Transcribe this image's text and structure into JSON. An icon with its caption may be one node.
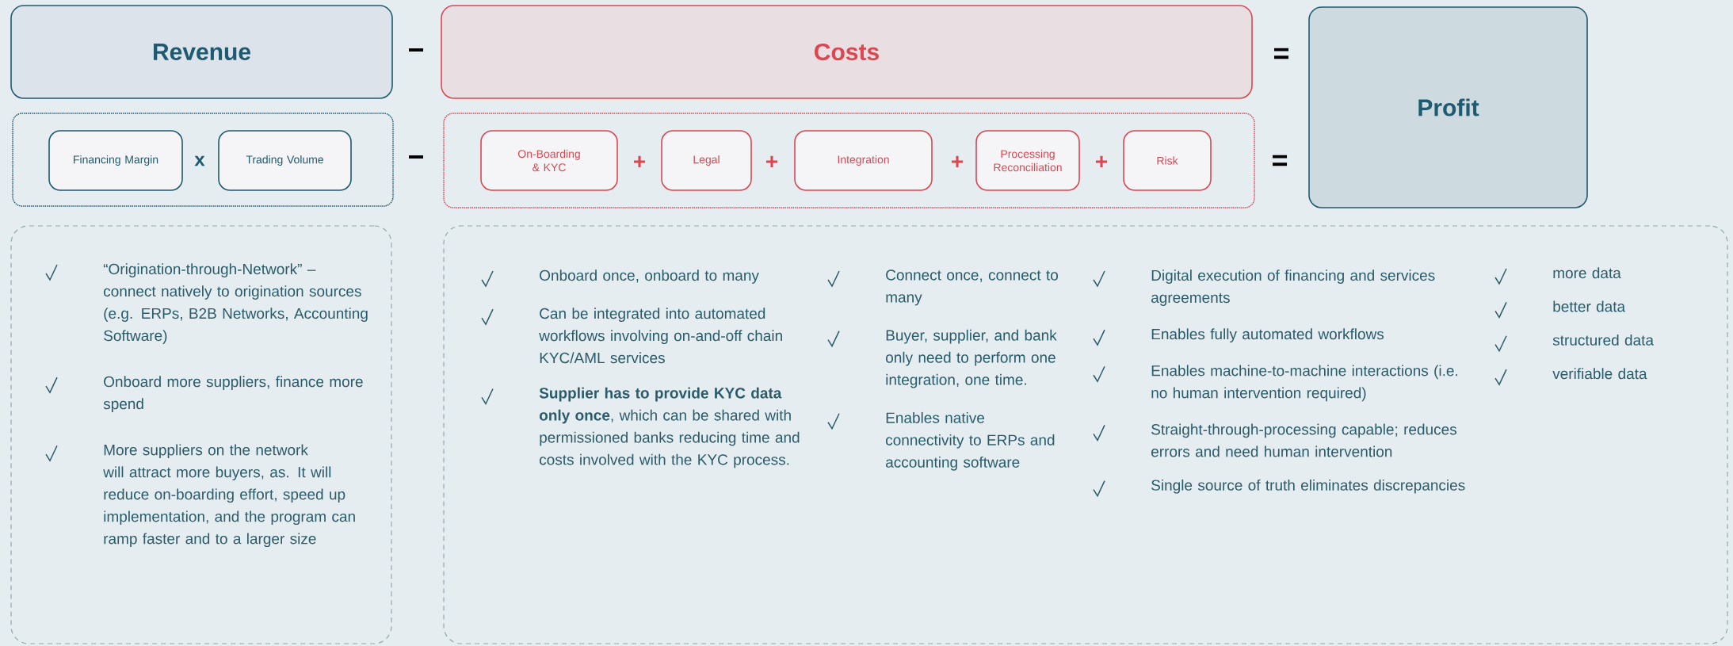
{
  "diagram": {
    "nodes": [
      {
        "text": [
          "Revenue"
        ]
      },
      {
        "text": [
          "Costs"
        ]
      },
      {
        "text": [
          "Profit"
        ]
      },
      {
        "text": [],
        "shape": "box"
      },
      {
        "text": [
          "Financing Margin"
        ],
        "in": 3
      },
      {
        "text": [
          "Trading Volume"
        ],
        "in": 3
      },
      {
        "text": [],
        "shape": "box"
      },
      {
        "text": [
          "On-Boarding & KYC"
        ],
        "in": 6
      },
      {
        "text": [
          "Legal"
        ],
        "in": 6
      },
      {
        "text": [
          "Integration"
        ],
        "in": 6
      },
      {
        "text": [
          "Processing Reconciliation"
        ],
        "in": 6
      },
      {
        "text": [
          "Risk"
        ],
        "in": 6
      },
      {
        "text": [
          "“Origination-through-Network” – connect natively to origination sources (e.g. ERPs, B2B Networks, Accounting Software)",
          "Onboard more suppliers, finance more spend",
          "More suppliers on the network will attract more buyers, as. It will reduce on-boarding effort, speed up implementation, and the program can ramp faster and to a larger size"
        ]
      },
      {
        "text": [
          "Onboard once, onboard to many",
          "Can be integrated into automated workflows involving on-and-off chain KYC/AML services",
          "**Supplier has to provide KYC data only once**, which can be shared with permissioned banks reducing time and costs involved with the KYC process.",
          "Connect once, connect to many",
          "Buyer, supplier, and bank only need to perform one integration, one time.",
          "Enables native connectivity to ERPs and accounting software",
          "Digital execution of financing and services agreements",
          "Enables fully automated workflows",
          "Enables machine-to-machine interactions (i.e. no human intervention required)",
          "Straight-through-processing capable; reduces errors and need human intervention",
          "Single source of truth eliminates discrepancies",
          "more data",
          "better data",
          "structured data",
          "verifiable data"
        ]
      }
    ],
    "edges": [],
    "labels": [
      "−",
      "=",
      "x",
      "−",
      "+",
      "+",
      "+",
      "+",
      "="
    ]
  }
}
